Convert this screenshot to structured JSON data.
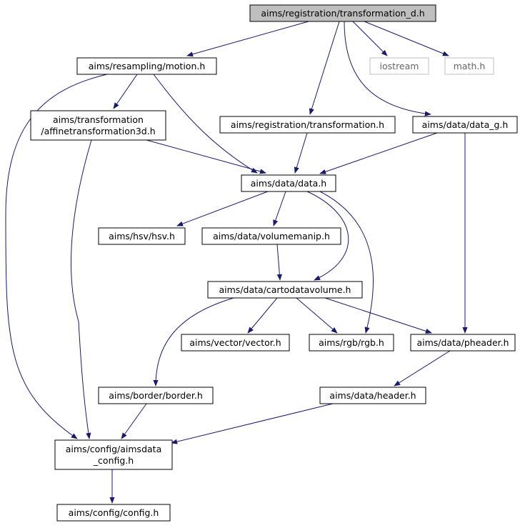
{
  "graph": {
    "colors": {
      "edge": "#191970",
      "root_fill": "#bfbfbf",
      "external_border": "#bfbfbf"
    },
    "nodes": [
      {
        "id": "transformation_d",
        "lines": [
          "aims/registration/transformation_d.h"
        ],
        "kind": "root"
      },
      {
        "id": "motion",
        "lines": [
          "aims/resampling/motion.h"
        ],
        "kind": "normal"
      },
      {
        "id": "iostream",
        "lines": [
          "iostream"
        ],
        "kind": "external"
      },
      {
        "id": "math",
        "lines": [
          "math.h"
        ],
        "kind": "external"
      },
      {
        "id": "affine",
        "lines": [
          "aims/transformation",
          "/affinetransformation3d.h"
        ],
        "kind": "normal"
      },
      {
        "id": "transformation",
        "lines": [
          "aims/registration/transformation.h"
        ],
        "kind": "normal"
      },
      {
        "id": "data_g",
        "lines": [
          "aims/data/data_g.h"
        ],
        "kind": "normal"
      },
      {
        "id": "data",
        "lines": [
          "aims/data/data.h"
        ],
        "kind": "normal"
      },
      {
        "id": "hsv",
        "lines": [
          "aims/hsv/hsv.h"
        ],
        "kind": "normal"
      },
      {
        "id": "volumemanip",
        "lines": [
          "aims/data/volumemanip.h"
        ],
        "kind": "normal"
      },
      {
        "id": "cartodatavolume",
        "lines": [
          "aims/data/cartodatavolume.h"
        ],
        "kind": "normal"
      },
      {
        "id": "vector",
        "lines": [
          "aims/vector/vector.h"
        ],
        "kind": "normal"
      },
      {
        "id": "rgb",
        "lines": [
          "aims/rgb/rgb.h"
        ],
        "kind": "normal"
      },
      {
        "id": "pheader",
        "lines": [
          "aims/data/pheader.h"
        ],
        "kind": "normal"
      },
      {
        "id": "border",
        "lines": [
          "aims/border/border.h"
        ],
        "kind": "normal"
      },
      {
        "id": "header",
        "lines": [
          "aims/data/header.h"
        ],
        "kind": "normal"
      },
      {
        "id": "aimsdata_config",
        "lines": [
          "aims/config/aimsdata",
          "_config.h"
        ],
        "kind": "normal"
      },
      {
        "id": "config",
        "lines": [
          "aims/config/config.h"
        ],
        "kind": "normal"
      }
    ],
    "edges": [
      {
        "from": "transformation_d",
        "to": "motion"
      },
      {
        "from": "transformation_d",
        "to": "transformation"
      },
      {
        "from": "transformation_d",
        "to": "iostream"
      },
      {
        "from": "transformation_d",
        "to": "math"
      },
      {
        "from": "transformation_d",
        "to": "data_g"
      },
      {
        "from": "motion",
        "to": "affine"
      },
      {
        "from": "motion",
        "to": "data"
      },
      {
        "from": "motion",
        "to": "aimsdata_config"
      },
      {
        "from": "affine",
        "to": "data"
      },
      {
        "from": "affine",
        "to": "aimsdata_config"
      },
      {
        "from": "transformation",
        "to": "data"
      },
      {
        "from": "data_g",
        "to": "data"
      },
      {
        "from": "data_g",
        "to": "pheader"
      },
      {
        "from": "data",
        "to": "hsv"
      },
      {
        "from": "data",
        "to": "volumemanip"
      },
      {
        "from": "data",
        "to": "cartodatavolume"
      },
      {
        "from": "data",
        "to": "rgb"
      },
      {
        "from": "volumemanip",
        "to": "cartodatavolume"
      },
      {
        "from": "cartodatavolume",
        "to": "vector"
      },
      {
        "from": "cartodatavolume",
        "to": "rgb"
      },
      {
        "from": "cartodatavolume",
        "to": "pheader"
      },
      {
        "from": "cartodatavolume",
        "to": "border"
      },
      {
        "from": "pheader",
        "to": "header"
      },
      {
        "from": "border",
        "to": "aimsdata_config"
      },
      {
        "from": "header",
        "to": "aimsdata_config"
      },
      {
        "from": "aimsdata_config",
        "to": "config"
      }
    ]
  }
}
